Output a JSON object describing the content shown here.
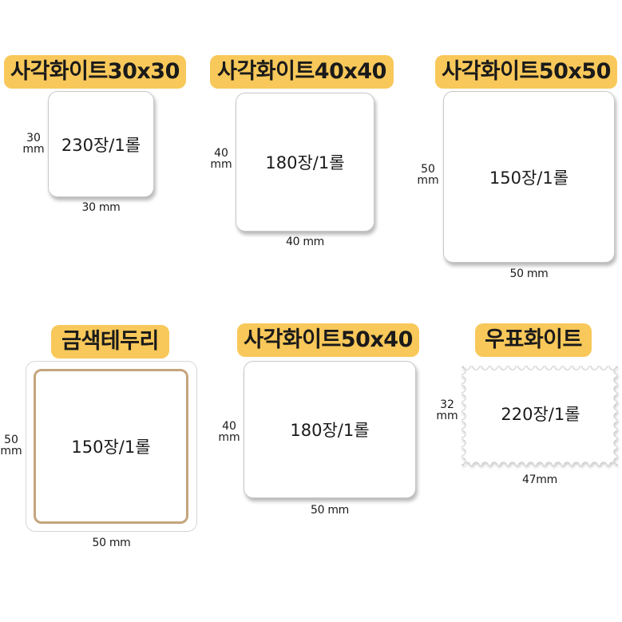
{
  "items": [
    {
      "title": "사각화이트30x30",
      "count": "230장/1롤",
      "width_label": "30 mm",
      "height_value": "30",
      "height_unit": "mm"
    },
    {
      "title": "사각화이트40x40",
      "count": "180장/1롤",
      "width_label": "40 mm",
      "height_value": "40",
      "height_unit": "mm"
    },
    {
      "title": "사각화이트50x50",
      "count": "150장/1롤",
      "width_label": "50 mm",
      "height_value": "50",
      "height_unit": "mm"
    },
    {
      "title": "금색테두리",
      "count": "150장/1롤",
      "width_label": "50 mm",
      "height_value": "50",
      "height_unit": "mm"
    },
    {
      "title": "사각화이트50x40",
      "count": "180장/1롤",
      "width_label": "50 mm",
      "height_value": "40",
      "height_unit": "mm"
    },
    {
      "title": "우표화이트",
      "count": "220장/1롤",
      "width_label": "47mm",
      "height_value": "32",
      "height_unit": "mm"
    }
  ],
  "colors": {
    "title_bg": "#f8c85a",
    "gold_border": "#c4a57d"
  }
}
